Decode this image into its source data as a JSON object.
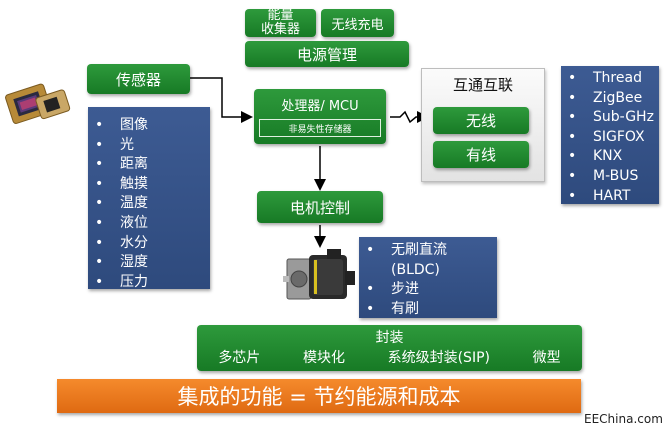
{
  "power": {
    "harvester": [
      "能量",
      "收集器"
    ],
    "wireless_charging": "无线充电",
    "power_management": "电源管理"
  },
  "sensor": {
    "label": "传感器",
    "items": [
      "图像",
      "光",
      "距离",
      "触摸",
      "温度",
      "液位",
      "水分",
      "湿度",
      "压力"
    ]
  },
  "processor": {
    "label": "处理器/ MCU",
    "memory": "非易失性存储器"
  },
  "interconnect": {
    "title": "互通互联",
    "wireless": "无线",
    "wired": "有线",
    "protocols": [
      "Thread",
      "ZigBee",
      "Sub-GHz",
      "SIGFOX",
      "KNX",
      "M-BUS",
      "HART"
    ]
  },
  "motor": {
    "label": "电机控制",
    "types": [
      "无刷直流",
      "(BLDC)",
      "步进",
      "有刷"
    ]
  },
  "packaging": {
    "title": "封装",
    "items": [
      "多芯片",
      "模块化",
      "系统级封装(SIP)",
      "微型"
    ]
  },
  "banner": "集成的功能 = 节约能源和成本",
  "watermark": "EEChina.com",
  "colors": {
    "green": "#1f8a2e",
    "blue": "#34528a",
    "orange": "#ec7a1c"
  }
}
